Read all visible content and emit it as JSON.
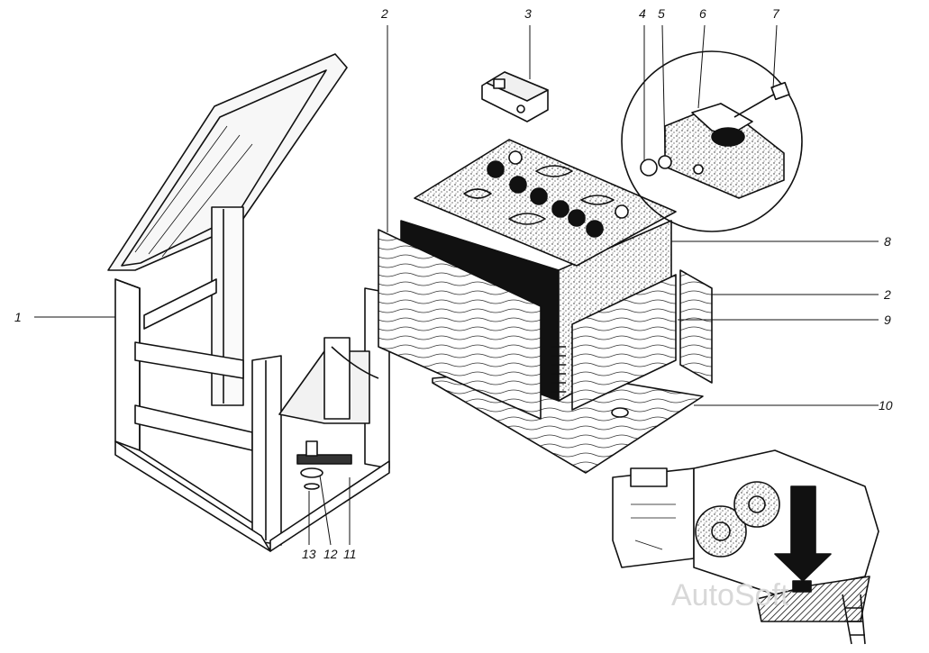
{
  "figure": {
    "callouts": [
      "1",
      "2",
      "3",
      "4",
      "5",
      "6",
      "7",
      "8",
      "2",
      "9",
      "10",
      "11",
      "12",
      "13"
    ],
    "watermark": "AutoSoft"
  }
}
